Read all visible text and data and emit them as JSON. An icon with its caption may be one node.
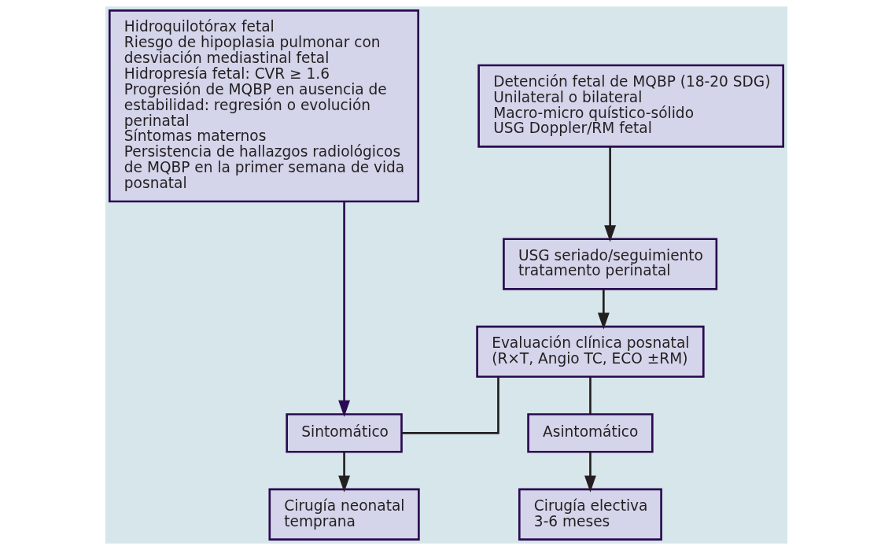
{
  "diagram": {
    "nodes": [
      {
        "text": [
          "Hidroquilotórax fetal",
          "Riesgo de hipoplasia pulmonar con desviación mediastinal fetal",
          "Hidropresía fetal: CVR ≥ 1.6",
          "Progresión de MQBP en ausencia de estabilidad: regresión o evolución perinatal",
          "Síntomas maternos",
          "Persistencia de hallazgos radiológicos de MQBP en la primer semana de vida posnatal"
        ]
      },
      {
        "text": [
          "Detención fetal de MQBP (18-20 SDG)",
          "Unilateral o bilateral",
          "Macro-micro quístico-sólido",
          "USG Doppler/RM fetal"
        ]
      },
      {
        "text": [
          "USG seriado/seguimiento tratamento perinatal"
        ]
      },
      {
        "text": [
          "Evaluación clínica posnatal (R×T, Angio TC, ECO ±RM)"
        ]
      },
      {
        "text": [
          "Sintomático"
        ]
      },
      {
        "text": [
          "Asintomático"
        ]
      },
      {
        "text": [
          "Cirugía neonatal temprana"
        ]
      },
      {
        "text": [
          "Cirugía electiva 3-6 meses"
        ]
      }
    ],
    "edges": [
      {
        "from": 1,
        "to": 2,
        "arrow": "to"
      },
      {
        "from": 2,
        "to": 3,
        "arrow": "to"
      },
      {
        "from": 3,
        "to": 4,
        "arrow": "none"
      },
      {
        "from": 3,
        "to": 5,
        "arrow": "none"
      },
      {
        "from": 0,
        "to": 4,
        "arrow": "to",
        "color": "#2a0a50"
      },
      {
        "from": 4,
        "to": 6,
        "arrow": "to"
      },
      {
        "from": 5,
        "to": 7,
        "arrow": "to"
      }
    ]
  }
}
